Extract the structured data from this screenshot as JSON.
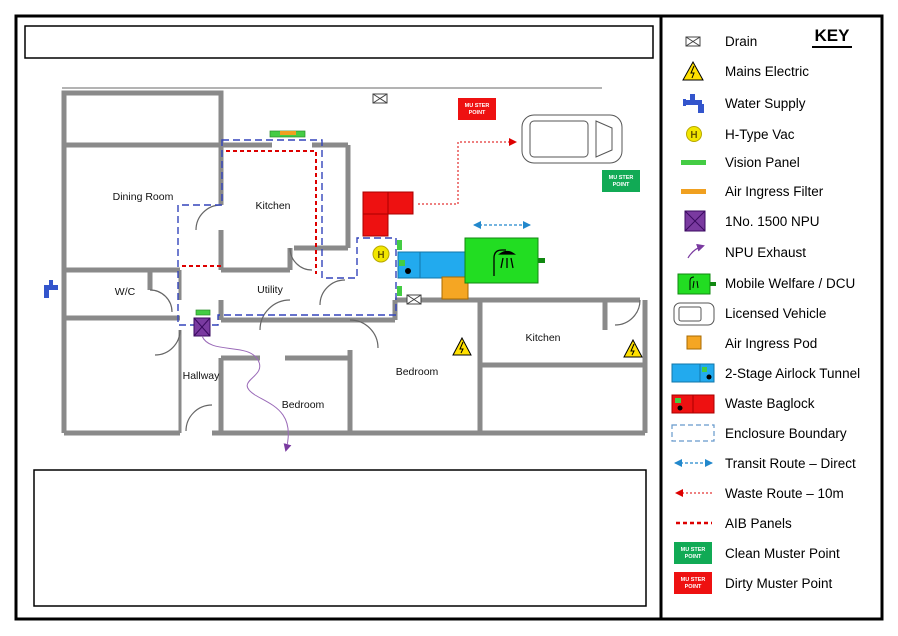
{
  "rooms": {
    "dining_room": "Dining Room",
    "kitchen_left": "Kitchen",
    "wc": "W/C",
    "utility": "Utility",
    "hallway": "Hallway",
    "bedroom_small": "Bedroom",
    "bedroom_center": "Bedroom",
    "kitchen_right": "Kitchen"
  },
  "muster_points": {
    "dirty": [
      "MU STER",
      "POINT"
    ],
    "clean": [
      "MU STER",
      "POINT"
    ]
  },
  "key": {
    "title": "KEY",
    "items": [
      {
        "icon": "drain",
        "label": "Drain"
      },
      {
        "icon": "mains-electric",
        "label": "Mains Electric"
      },
      {
        "icon": "water-supply",
        "label": "Water Supply"
      },
      {
        "icon": "h-type-vac",
        "label": "H-Type Vac"
      },
      {
        "icon": "vision-panel",
        "label": "Vision Panel"
      },
      {
        "icon": "air-ingress-filter",
        "label": "Air Ingress Filter"
      },
      {
        "icon": "npu",
        "label": "1No. 1500 NPU"
      },
      {
        "icon": "npu-exhaust",
        "label": "NPU Exhaust"
      },
      {
        "icon": "mobile-welfare",
        "label": "Mobile Welfare / DCU"
      },
      {
        "icon": "licensed-vehicle",
        "label": "Licensed Vehicle"
      },
      {
        "icon": "air-ingress-pod",
        "label": "Air Ingress Pod"
      },
      {
        "icon": "airlock-tunnel",
        "label": "2-Stage Airlock Tunnel"
      },
      {
        "icon": "waste-baglock",
        "label": "Waste Baglock"
      },
      {
        "icon": "enclosure-boundary",
        "label": "Enclosure Boundary"
      },
      {
        "icon": "transit-route",
        "label": "Transit Route – Direct"
      },
      {
        "icon": "waste-route",
        "label": "Waste Route – 10m"
      },
      {
        "icon": "aib-panels",
        "label": "AIB Panels"
      },
      {
        "icon": "clean-muster-point",
        "label": "Clean Muster Point"
      },
      {
        "icon": "dirty-muster-point",
        "label": "Dirty Muster Point"
      }
    ]
  },
  "colors": {
    "wall": "#8a8a8a",
    "enclosure": "#3344bb",
    "aib": "#dd0000",
    "muster_dirty": "#ee1111",
    "muster_clean": "#11aa55",
    "welfare": "#22dd22",
    "airlock": "#22aaee",
    "baglock": "#ee1111",
    "npu": "#7a3aa0",
    "vision": "#44cc44",
    "filter": "#f0a020",
    "pod": "#f5a623",
    "vac": "#f2e600",
    "electric": "#ffe000",
    "water": "#3355cc",
    "transit": "#2288cc"
  }
}
